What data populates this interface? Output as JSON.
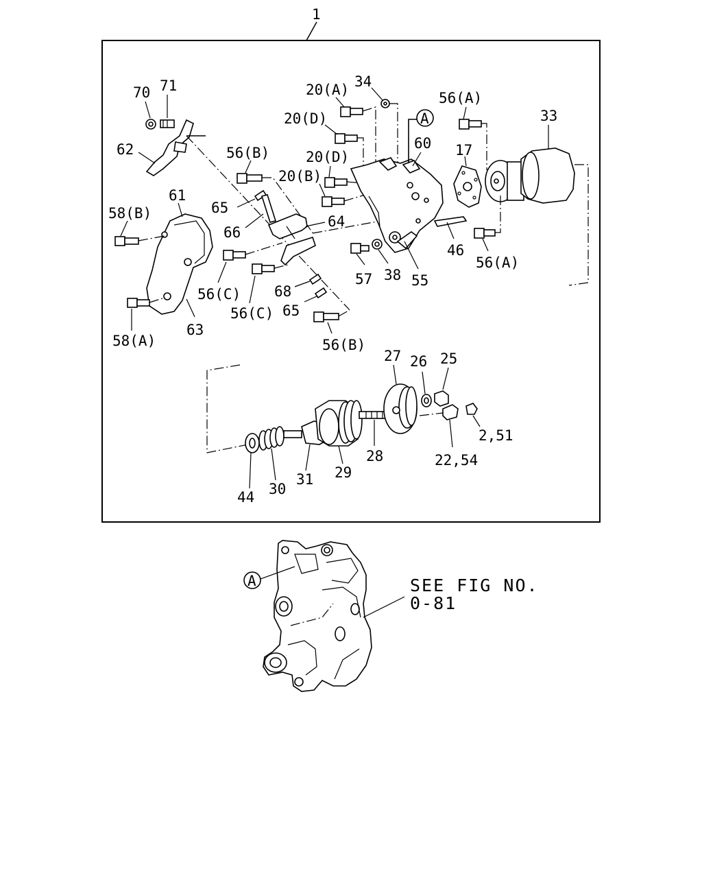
{
  "assembly_number": "1",
  "callout_letter": "A",
  "reference": {
    "line1": "SEE FIG NO.",
    "line2": "0-81"
  },
  "labels": {
    "p70": "70",
    "p71": "71",
    "p62": "62",
    "p56a_top": "56(A)",
    "p33": "33",
    "p17": "17",
    "p60": "60",
    "p34": "34",
    "p20a": "20(A)",
    "p20d_1": "20(D)",
    "p20d_2": "20(D)",
    "p20b": "20(B)",
    "p56b_top": "56(B)",
    "p65_top": "65",
    "p66": "66",
    "p64": "64",
    "p61": "61",
    "p58b": "58(B)",
    "p63": "63",
    "p58a": "58(A)",
    "p56c_1": "56(C)",
    "p56c_2": "56(C)",
    "p68": "68",
    "p65_bot": "65",
    "p56b_bot": "56(B)",
    "p57": "57",
    "p38": "38",
    "p55": "55",
    "p46": "46",
    "p56a_bot": "56(A)",
    "p27": "27",
    "p26": "26",
    "p25": "25",
    "p2_51": "2,51",
    "p22_54": "22,54",
    "p28": "28",
    "p29": "29",
    "p31": "31",
    "p30": "30",
    "p44": "44"
  }
}
